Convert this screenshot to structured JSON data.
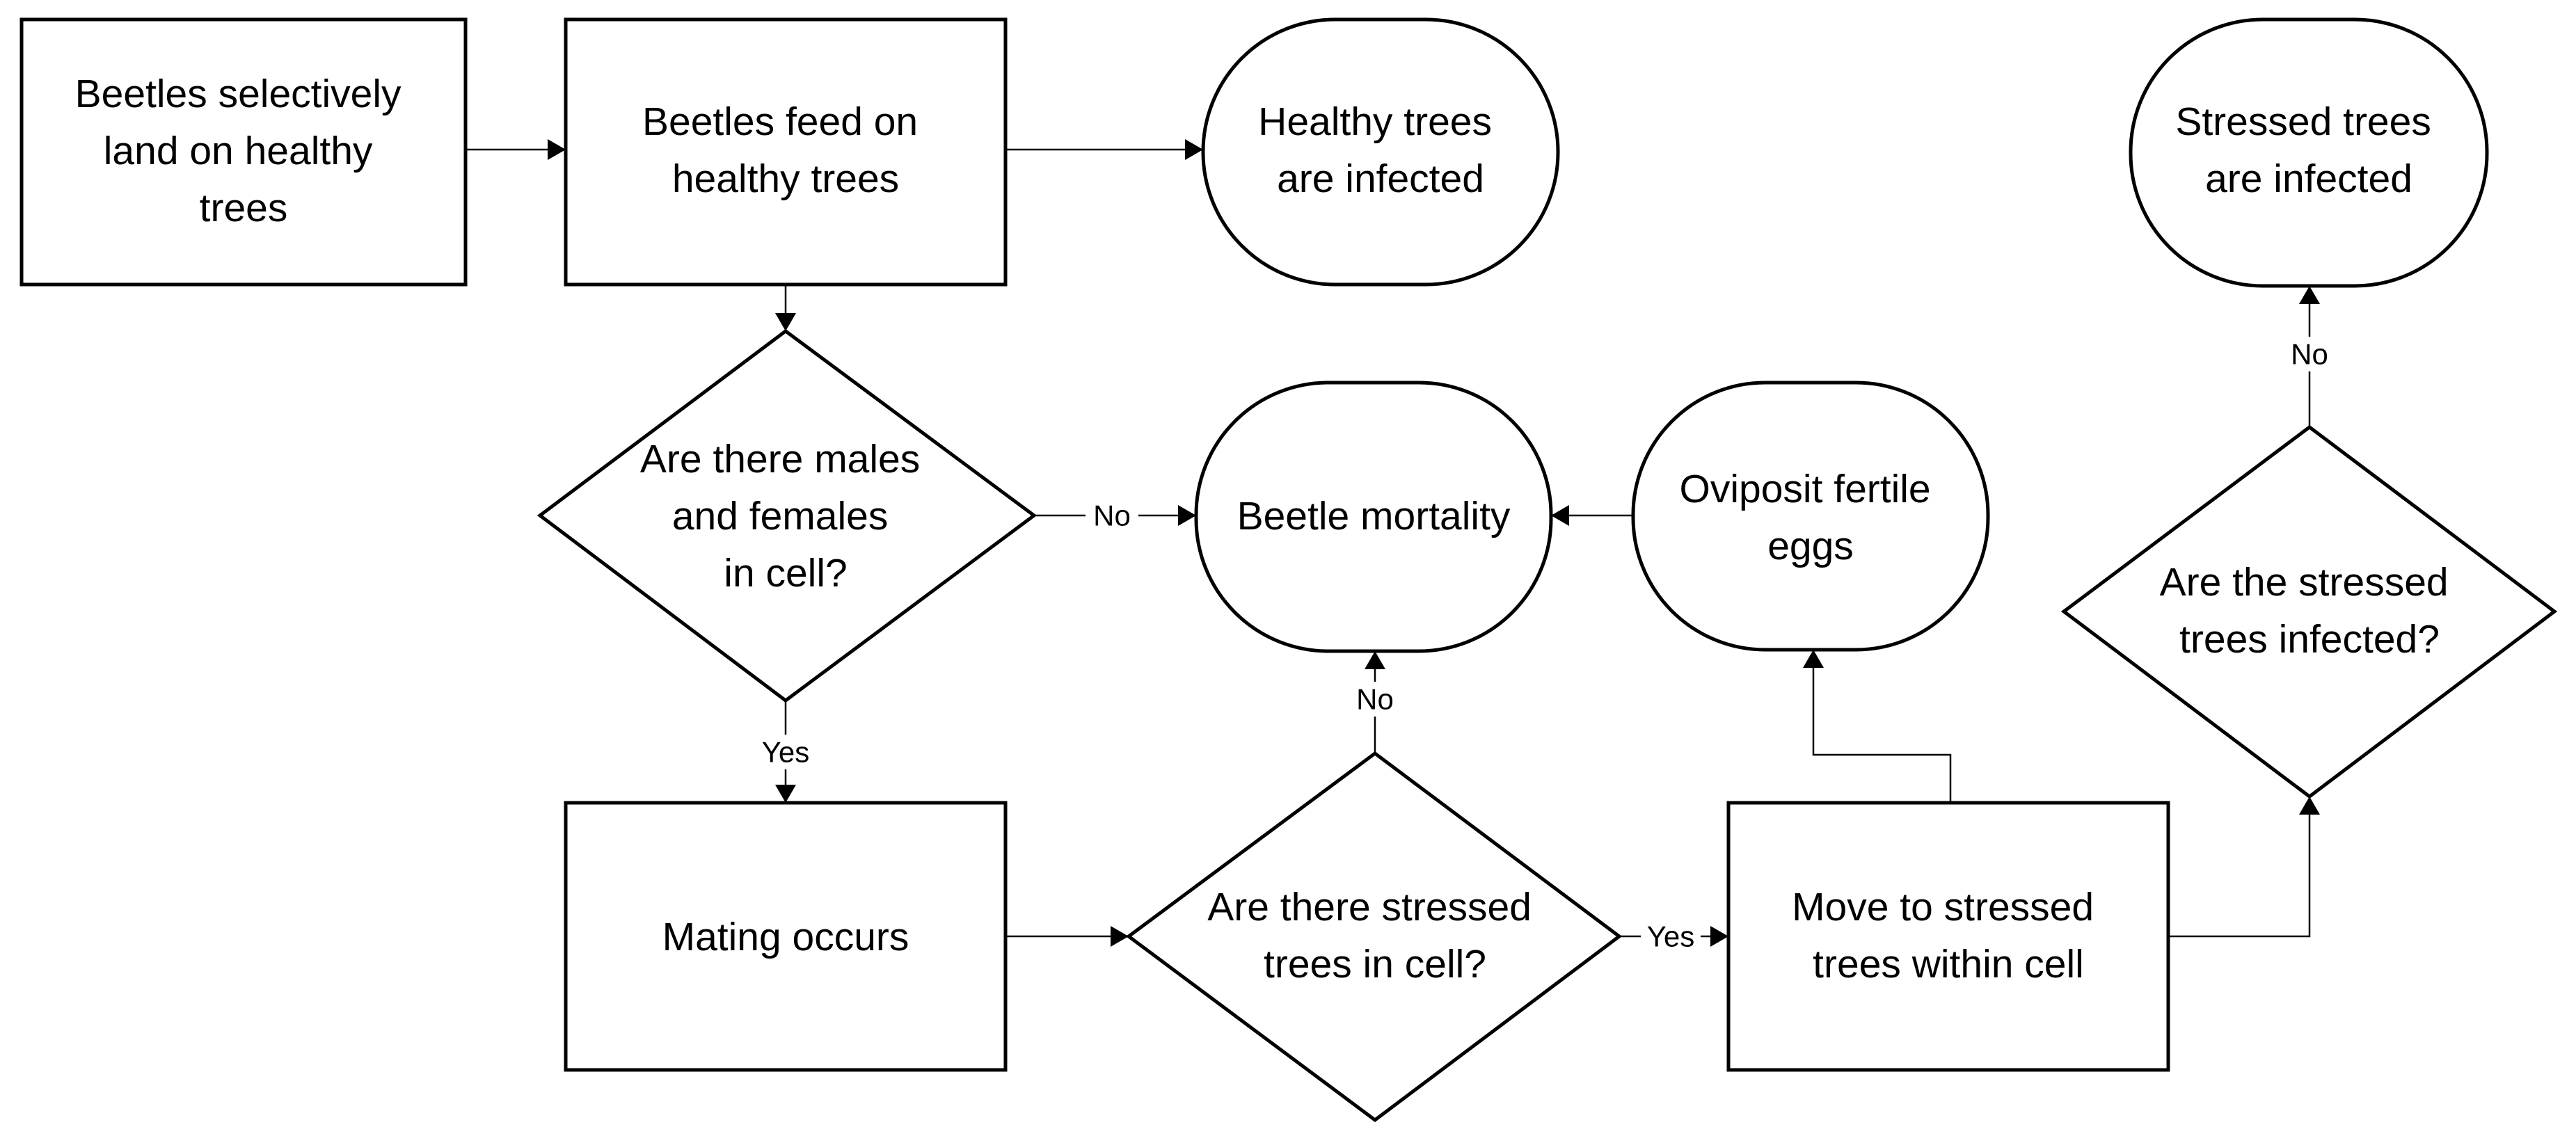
{
  "colors": {
    "stroke": "#000000",
    "fill": "#ffffff",
    "text": "#000000"
  },
  "nodes": {
    "land": {
      "shape": "rectangle",
      "lines": [
        "Beetles selectively",
        "land on healthy",
        "trees"
      ]
    },
    "feed": {
      "shape": "rectangle",
      "lines": [
        "Beetles feed on",
        "healthy trees"
      ]
    },
    "healthy_infected": {
      "shape": "terminator",
      "lines": [
        "Healthy trees",
        "are infected"
      ]
    },
    "stressed_infected": {
      "shape": "terminator",
      "lines": [
        "Stressed trees",
        "are infected"
      ]
    },
    "males_females": {
      "shape": "decision",
      "lines": [
        "Are there males",
        "and females",
        "in cell?"
      ]
    },
    "mortality": {
      "shape": "terminator",
      "lines": [
        "Beetle mortality"
      ]
    },
    "oviposit": {
      "shape": "terminator",
      "lines": [
        "Oviposit fertile",
        "eggs"
      ]
    },
    "stressed_infected_q": {
      "shape": "decision",
      "lines": [
        "Are the stressed",
        "trees infected?"
      ]
    },
    "mating": {
      "shape": "rectangle",
      "lines": [
        "Mating occurs"
      ]
    },
    "stressed_q": {
      "shape": "decision",
      "lines": [
        "Are there stressed",
        "trees in cell?"
      ]
    },
    "move": {
      "shape": "rectangle",
      "lines": [
        "Move to stressed",
        "trees within cell"
      ]
    }
  },
  "edges": {
    "land_to_feed": {
      "from": "land",
      "to": "feed",
      "label": ""
    },
    "feed_to_healthy": {
      "from": "feed",
      "to": "healthy_infected",
      "label": ""
    },
    "feed_to_males": {
      "from": "feed",
      "to": "males_females",
      "label": ""
    },
    "males_to_mortality": {
      "from": "males_females",
      "to": "mortality",
      "label": "No"
    },
    "males_to_mating": {
      "from": "males_females",
      "to": "mating",
      "label": "Yes"
    },
    "mating_to_stressed_q": {
      "from": "mating",
      "to": "stressed_q",
      "label": ""
    },
    "stressed_q_to_mortality": {
      "from": "stressed_q",
      "to": "mortality",
      "label": "No"
    },
    "stressed_q_to_move": {
      "from": "stressed_q",
      "to": "move",
      "label": "Yes"
    },
    "move_to_oviposit": {
      "from": "move",
      "to": "oviposit",
      "label": ""
    },
    "oviposit_to_mortality": {
      "from": "oviposit",
      "to": "mortality",
      "label": ""
    },
    "move_to_infected_q": {
      "from": "move",
      "to": "stressed_infected_q",
      "label": ""
    },
    "infected_q_to_stressed_infected": {
      "from": "stressed_infected_q",
      "to": "stressed_infected",
      "label": "No"
    }
  }
}
